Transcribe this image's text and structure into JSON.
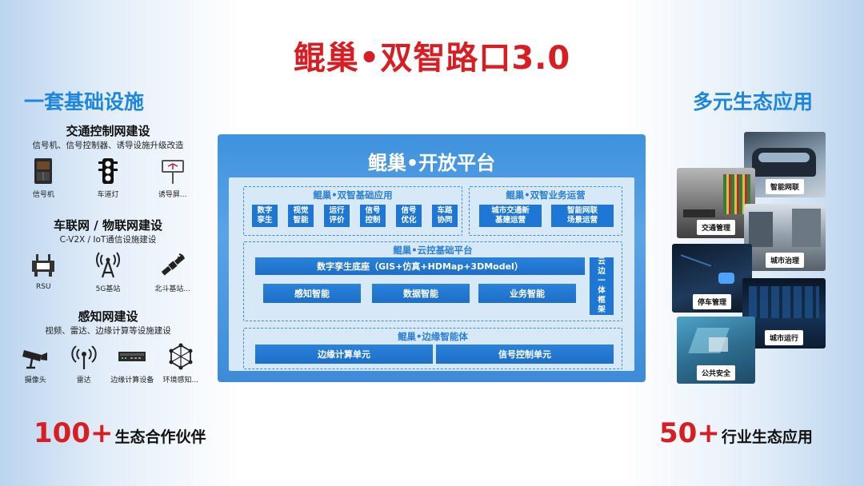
{
  "title": "鲲巢•双智路口3.0",
  "left_title": "一套基础设施",
  "right_title": "多元生态应用",
  "infra": [
    {
      "title": "交通控制网建设",
      "subtitle": "信号机、信号控制器、诱导设施升级改造",
      "items": [
        {
          "label": "信号机",
          "icon": "signal-cabinet-icon"
        },
        {
          "label": "车道灯",
          "icon": "traffic-light-icon"
        },
        {
          "label": "诱导屏...",
          "icon": "guidance-screen-icon"
        }
      ]
    },
    {
      "title": "车联网 / 物联网建设",
      "subtitle": "C-V2X / IoT通信设施建设",
      "items": [
        {
          "label": "RSU",
          "icon": "rsu-icon"
        },
        {
          "label": "5G基站",
          "icon": "antenna-5g-icon"
        },
        {
          "label": "北斗基站...",
          "icon": "satellite-icon"
        }
      ]
    },
    {
      "title": "感知网建设",
      "subtitle": "视频、雷达、边缘计算等设施建设",
      "items": [
        {
          "label": "摄像头",
          "icon": "camera-icon"
        },
        {
          "label": "雷达",
          "icon": "radar-icon"
        },
        {
          "label": "边缘计算设备",
          "icon": "edge-computing-icon"
        },
        {
          "label": "环境感知...",
          "icon": "env-sensing-icon"
        }
      ]
    }
  ],
  "platform": {
    "title": "鲲巢•开放平台",
    "basic_app": {
      "title": "鲲巢•双智基础应用",
      "chips": [
        "数字\n孪生",
        "视觉\n智能",
        "运行\n评价",
        "信号\n控制",
        "信号\n优化",
        "车路\n协同"
      ]
    },
    "business": {
      "title": "鲲巢•双智业务运营",
      "chips": [
        "城市交通新\n基建运营",
        "智能网联\n场景运营"
      ]
    },
    "cloud": {
      "title": "鲲巢•云控基础平台",
      "base": "数字孪生底座（GIS+仿真+HDMap+3DModel）",
      "chips": [
        "感知智能",
        "数据智能",
        "业务智能"
      ],
      "side": "云\n边\n一\n体\n框\n架"
    },
    "edge": {
      "title": "鲲巢•边缘智能体",
      "chips": [
        "边缘计算单元",
        "信号控制单元"
      ]
    }
  },
  "apps": [
    "智能网联",
    "交通管理",
    "城市治理",
    "停车管理",
    "城市运行",
    "公共安全"
  ],
  "stats": [
    {
      "num": "100+",
      "text": "生态合作伙伴"
    },
    {
      "num": "50+",
      "text": "行业生态应用"
    }
  ],
  "colors": {
    "title_red": "#d81e22",
    "accent_blue": "#1d86dd",
    "platform_blue": "#3f92de",
    "chip_blue": "#1e77d4"
  }
}
